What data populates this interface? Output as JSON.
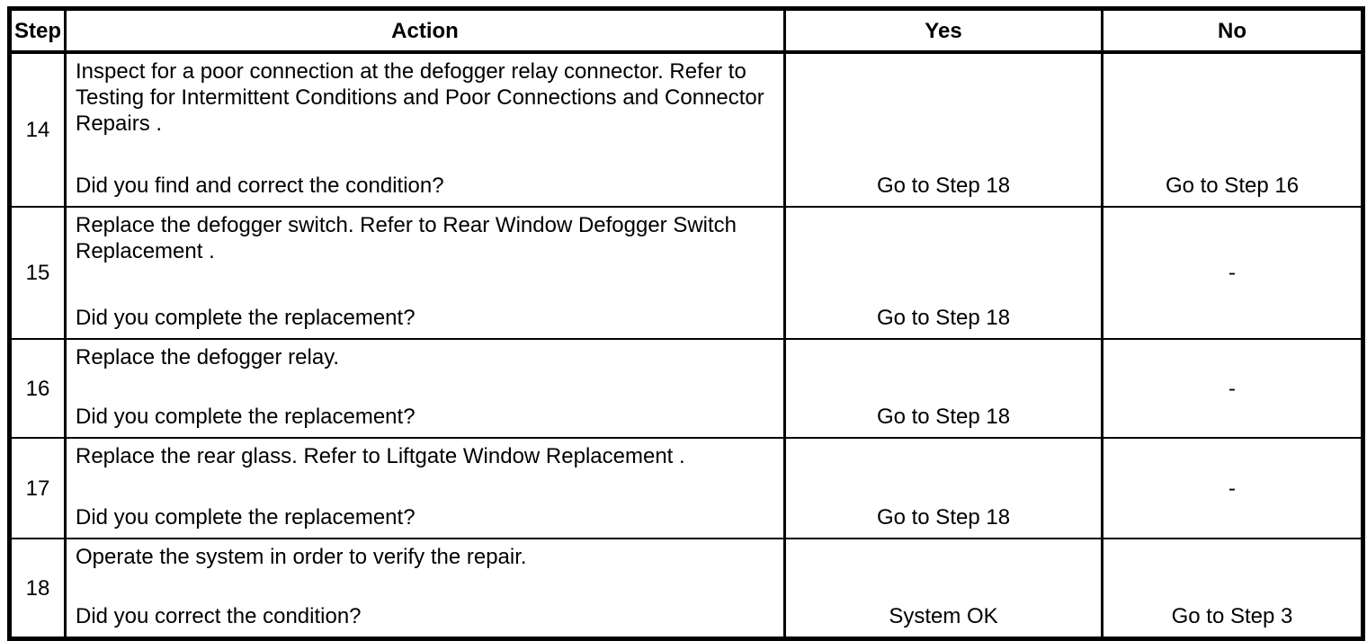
{
  "colors": {
    "border": "#000000",
    "background": "#ffffff",
    "text": "#000000"
  },
  "table": {
    "headers": {
      "step": "Step",
      "action": "Action",
      "yes": "Yes",
      "no": "No"
    },
    "rows": [
      {
        "step": "14",
        "description": "Inspect for a poor connection at the defogger relay connector. Refer to Testing for Intermittent Conditions and Poor Connections and Connector Repairs .",
        "question": "Did you find and correct the condition?",
        "yes": "Go to Step 18",
        "no": "Go to Step 16"
      },
      {
        "step": "15",
        "description": "Replace the defogger switch. Refer to Rear Window Defogger Switch Replacement .",
        "question": "Did you complete the replacement?",
        "yes": "Go to Step 18",
        "no": "-"
      },
      {
        "step": "16",
        "description": "Replace the defogger relay.",
        "question": "Did you complete the replacement?",
        "yes": "Go to Step 18",
        "no": "-"
      },
      {
        "step": "17",
        "description": "Replace the rear glass. Refer to Liftgate Window Replacement .",
        "question": "Did you complete the replacement?",
        "yes": "Go to Step 18",
        "no": "-"
      },
      {
        "step": "18",
        "description": "Operate the system in order to verify the repair.",
        "question": "Did you correct the condition?",
        "yes": "System OK",
        "no": "Go to Step 3"
      }
    ]
  }
}
